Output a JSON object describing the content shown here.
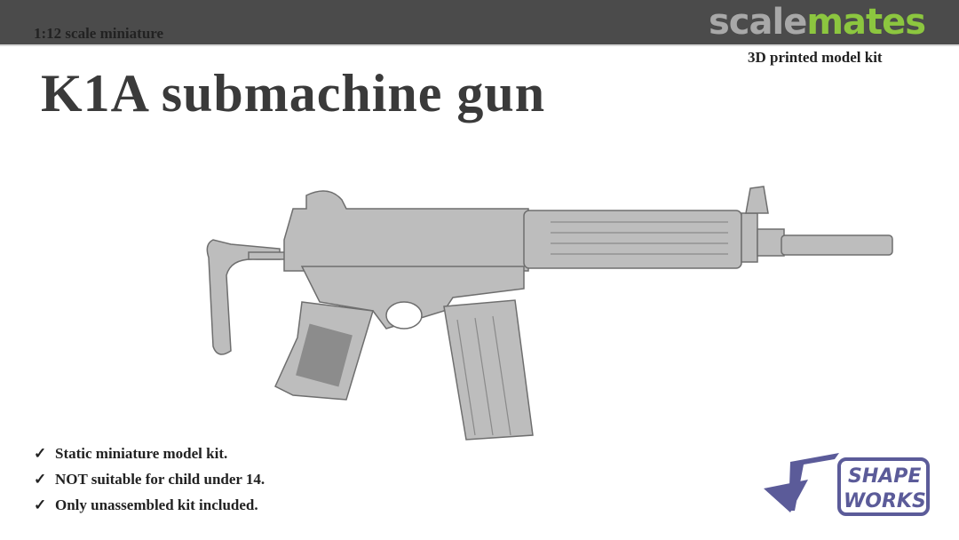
{
  "header": {
    "scale_label": "1:12 scale miniature",
    "kit_type": "3D printed model kit",
    "watermark": {
      "part1": "scale",
      "part2": "mates",
      "colors": {
        "part1": "#a8a8a8",
        "part2": "#8cc63f"
      }
    }
  },
  "title": "K1A submachine gun",
  "features": [
    {
      "icon": "checkmark-icon",
      "text": "Static miniature model kit."
    },
    {
      "icon": "checkmark-icon",
      "text": "NOT suitable for child under 14."
    },
    {
      "icon": "checkmark-icon",
      "text": "Only unassembled kit included."
    }
  ],
  "brand_logo": {
    "text_line1": "SHAPE",
    "text_line2": "WORKS",
    "color": "#5b5b99"
  },
  "colors": {
    "header_bg": "#4b4b4b",
    "model_gray": "#b9b9b9"
  }
}
